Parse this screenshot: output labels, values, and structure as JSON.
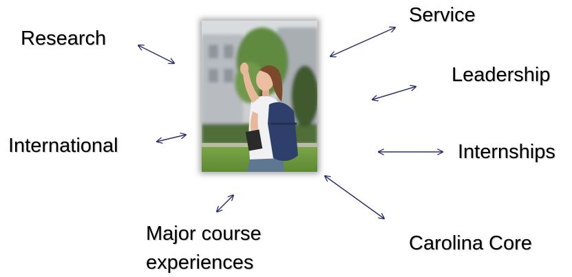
{
  "labels": {
    "research": "Research",
    "service": "Service",
    "leadership": "Leadership",
    "international": "International",
    "internships": "Internships",
    "major_line1": "Major course",
    "major_line2": "experiences",
    "carolina_core": "Carolina Core"
  },
  "photo": {
    "description_icon": "student-waving-photo"
  },
  "colors": {
    "arrow": "#2b2f6b",
    "text": "#000000"
  }
}
